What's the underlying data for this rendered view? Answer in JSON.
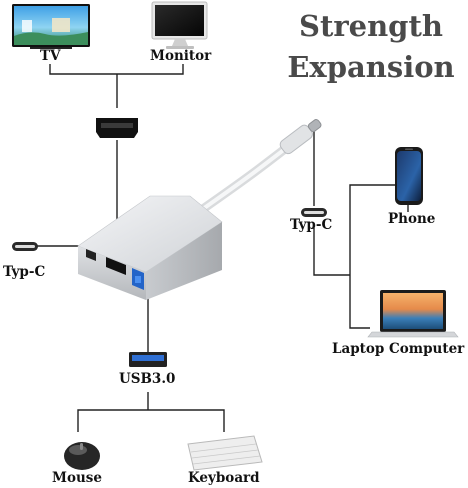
{
  "headline": {
    "line1": "Strength",
    "line2": "Expansion"
  },
  "labels": {
    "tv": "TV",
    "monitor": "Monitor",
    "typc_left": "Typ-C",
    "typc_right": "Typ-C",
    "phone": "Phone",
    "laptop": "Laptop Computer",
    "usb3": "USB3.0",
    "mouse": "Mouse",
    "keyboard": "Keyboard"
  },
  "icons": [
    "tv-icon",
    "monitor-icon",
    "hdmi-port-icon",
    "usb-c-port-icon",
    "usb3-port-icon",
    "phone-icon",
    "laptop-icon",
    "mouse-icon",
    "keyboard-icon"
  ],
  "colors": {
    "headline": "#4a4a4a",
    "label": "#111111",
    "usb3_blue": "#2f6fd3",
    "hub_silver": "#cfd2d6"
  }
}
